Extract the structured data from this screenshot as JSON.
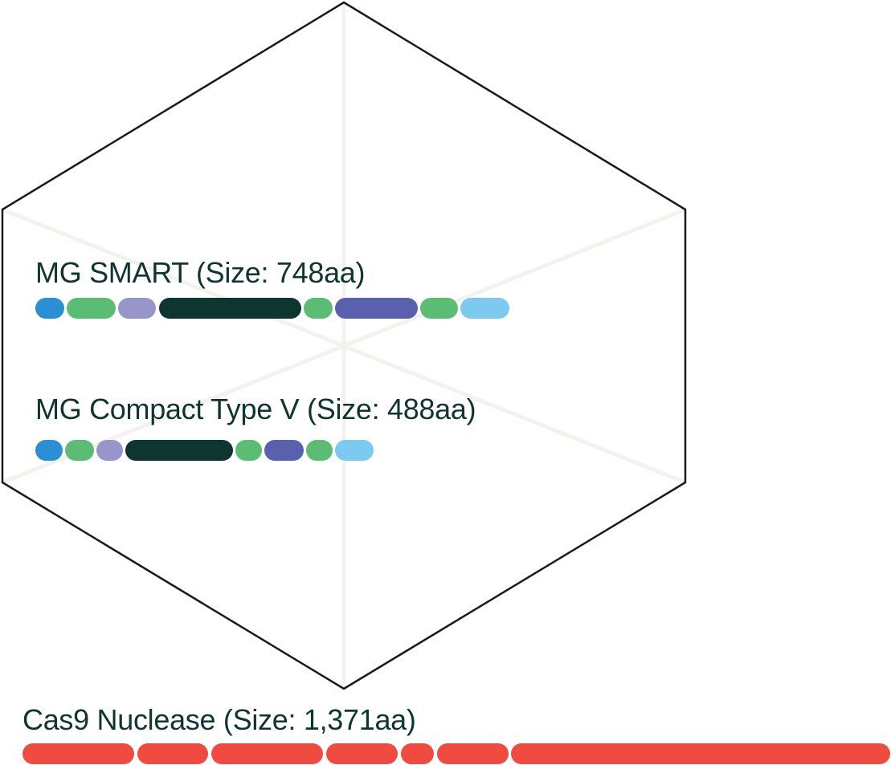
{
  "proteins": [
    {
      "name": "MG SMART (Size: 748aa)"
    },
    {
      "name": "MG Compact Type V (Size: 488aa)"
    },
    {
      "name": "Cas9 Nuclease (Size: 1,371aa)"
    }
  ],
  "colors": {
    "text": "#0f3530",
    "blue": "#2a8fd4",
    "green": "#5bbd74",
    "lavender": "#9795c9",
    "dark": "#0f3530",
    "indigo": "#5960ae",
    "sky": "#7ccaf0",
    "red": "#ef4b40",
    "hex_outline": "#1a1a1a",
    "hex_inner": "#f4f2ec"
  }
}
